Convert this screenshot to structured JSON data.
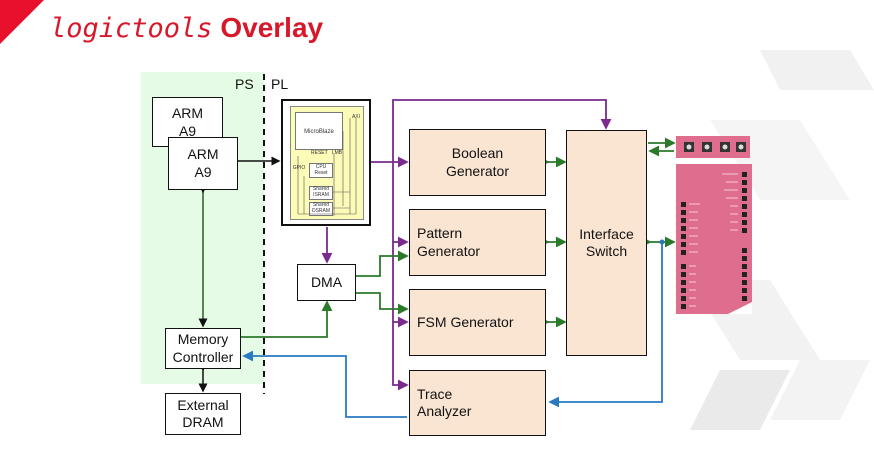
{
  "title": {
    "mono": "logictools",
    "bold": "Overlay"
  },
  "labels": {
    "ps": "PS",
    "pl": "PL"
  },
  "arm_back": "ARM\nA9",
  "arm_front": "ARM\nA9",
  "memory_controller": "Memory\nController",
  "external_dram": "External\nDRAM",
  "dma": "DMA",
  "microblaze": {
    "title": "MicroBlaze",
    "cpu_reset": "CPU\nReset",
    "shared_isram": "Shared\nISRAM",
    "shared_dsram": "Shared\nDSRAM",
    "gpio": "GPIO",
    "reset": "RESET",
    "lmb": "LMB",
    "axi": "AXI"
  },
  "blocks": {
    "boolean": "Boolean\nGenerator",
    "pattern": "Pattern\nGenerator",
    "fsm": "FSM Generator",
    "trace": "Trace\nAnalyzer",
    "interface": "Interface\nSwitch"
  },
  "colors": {
    "title": "#d7182a",
    "ps_region": "#e6fbe6",
    "peach": "#fae5d3",
    "purple": "#7b2a8e",
    "green": "#2a7a2a",
    "blue": "#2a7ac0",
    "board": "#df6d8e"
  }
}
